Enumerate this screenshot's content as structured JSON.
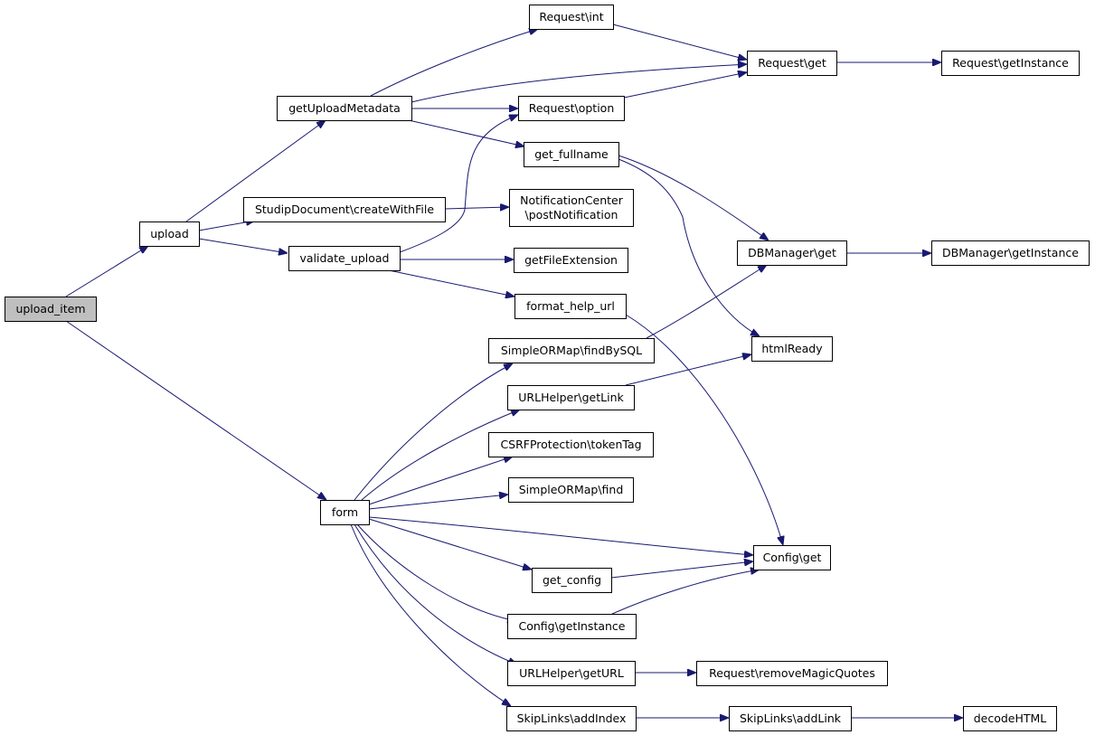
{
  "nodes": [
    {
      "id": "upload_item",
      "label": "upload_item",
      "root": true
    },
    {
      "id": "upload",
      "label": "upload"
    },
    {
      "id": "form",
      "label": "form"
    },
    {
      "id": "getUploadMetadata",
      "label": "getUploadMetadata"
    },
    {
      "id": "createWithFile",
      "label": "StudipDocument\\createWithFile"
    },
    {
      "id": "validate_upload",
      "label": "validate_upload"
    },
    {
      "id": "request_int",
      "label": "Request\\int"
    },
    {
      "id": "request_option",
      "label": "Request\\option"
    },
    {
      "id": "get_fullname",
      "label": "get_fullname"
    },
    {
      "id": "postNotification",
      "label": "NotificationCenter\n\\postNotification"
    },
    {
      "id": "getFileExtension",
      "label": "getFileExtension"
    },
    {
      "id": "format_help_url",
      "label": "format_help_url"
    },
    {
      "id": "findBySQL",
      "label": "SimpleORMap\\findBySQL"
    },
    {
      "id": "getLink",
      "label": "URLHelper\\getLink"
    },
    {
      "id": "tokenTag",
      "label": "CSRFProtection\\tokenTag"
    },
    {
      "id": "sorm_find",
      "label": "SimpleORMap\\find"
    },
    {
      "id": "get_config",
      "label": "get_config"
    },
    {
      "id": "config_getInstance",
      "label": "Config\\getInstance"
    },
    {
      "id": "getURL",
      "label": "URLHelper\\getURL"
    },
    {
      "id": "addIndex",
      "label": "SkipLinks\\addIndex"
    },
    {
      "id": "request_get",
      "label": "Request\\get"
    },
    {
      "id": "dbmanager_get",
      "label": "DBManager\\get"
    },
    {
      "id": "htmlReady",
      "label": "htmlReady"
    },
    {
      "id": "config_get",
      "label": "Config\\get"
    },
    {
      "id": "removeMagicQuotes",
      "label": "Request\\removeMagicQuotes"
    },
    {
      "id": "addLink",
      "label": "SkipLinks\\addLink"
    },
    {
      "id": "request_getInstance",
      "label": "Request\\getInstance"
    },
    {
      "id": "dbmanager_getInstance",
      "label": "DBManager\\getInstance"
    },
    {
      "id": "decodeHTML",
      "label": "decodeHTML"
    }
  ],
  "edges": [
    [
      "upload_item",
      "upload"
    ],
    [
      "upload_item",
      "form"
    ],
    [
      "upload",
      "getUploadMetadata"
    ],
    [
      "upload",
      "createWithFile"
    ],
    [
      "upload",
      "validate_upload"
    ],
    [
      "getUploadMetadata",
      "request_int"
    ],
    [
      "getUploadMetadata",
      "request_get"
    ],
    [
      "getUploadMetadata",
      "request_option"
    ],
    [
      "getUploadMetadata",
      "get_fullname"
    ],
    [
      "request_int",
      "request_get"
    ],
    [
      "request_option",
      "request_get"
    ],
    [
      "request_get",
      "request_getInstance"
    ],
    [
      "createWithFile",
      "postNotification"
    ],
    [
      "validate_upload",
      "request_option"
    ],
    [
      "validate_upload",
      "getFileExtension"
    ],
    [
      "validate_upload",
      "format_help_url"
    ],
    [
      "get_fullname",
      "dbmanager_get"
    ],
    [
      "get_fullname",
      "htmlReady"
    ],
    [
      "dbmanager_get",
      "dbmanager_getInstance"
    ],
    [
      "format_help_url",
      "config_get"
    ],
    [
      "findBySQL",
      "dbmanager_get"
    ],
    [
      "getLink",
      "htmlReady"
    ],
    [
      "form",
      "findBySQL"
    ],
    [
      "form",
      "getLink"
    ],
    [
      "form",
      "tokenTag"
    ],
    [
      "form",
      "sorm_find"
    ],
    [
      "form",
      "config_get"
    ],
    [
      "form",
      "get_config"
    ],
    [
      "form",
      "config_getInstance"
    ],
    [
      "form",
      "getURL"
    ],
    [
      "form",
      "addIndex"
    ],
    [
      "get_config",
      "config_get"
    ],
    [
      "config_getInstance",
      "config_get"
    ],
    [
      "getURL",
      "removeMagicQuotes"
    ],
    [
      "addIndex",
      "addLink"
    ],
    [
      "addLink",
      "decodeHTML"
    ]
  ]
}
